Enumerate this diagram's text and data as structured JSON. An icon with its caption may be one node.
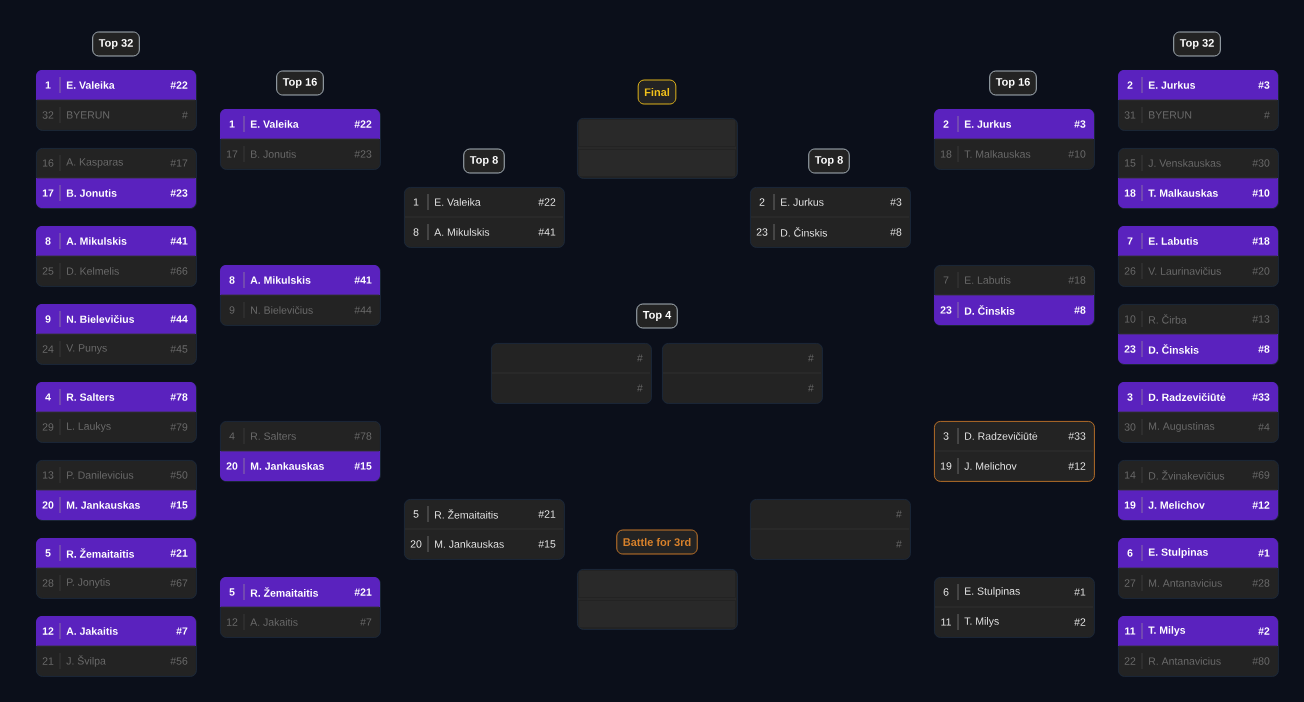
{
  "diagram": {
    "nodes": [
      {
        "text": [
          "Top 32"
        ]
      },
      {
        "text": [],
        "shape": "box"
      },
      {
        "text": [
          "1",
          "E. Valeika",
          "#22"
        ],
        "in": 1
      },
      {
        "text": [
          "32",
          "BYERUN",
          "#"
        ],
        "in": 1
      },
      {
        "text": [],
        "shape": "box"
      },
      {
        "text": [
          "16",
          "A. Kasparas",
          "#17"
        ],
        "in": 4
      },
      {
        "text": [
          "17",
          "B. Jonutis",
          "#23"
        ],
        "in": 4
      },
      {
        "text": [],
        "shape": "box"
      },
      {
        "text": [
          "8",
          "A. Mikulskis",
          "#41"
        ],
        "in": 7
      },
      {
        "text": [
          "25",
          "D. Kelmelis",
          "#66"
        ],
        "in": 7
      },
      {
        "text": [],
        "shape": "box"
      },
      {
        "text": [
          "9",
          "N. Bielevičius",
          "#44"
        ],
        "in": 10
      },
      {
        "text": [
          "24",
          "V. Punys",
          "#45"
        ],
        "in": 10
      },
      {
        "text": [],
        "shape": "box"
      },
      {
        "text": [
          "4",
          "R. Salters",
          "#78"
        ],
        "in": 13
      },
      {
        "text": [
          "29",
          "L. Laukys",
          "#79"
        ],
        "in": 13
      },
      {
        "text": [],
        "shape": "box"
      },
      {
        "text": [
          "13",
          "P. Danilevicius",
          "#50"
        ],
        "in": 16
      },
      {
        "text": [
          "20",
          "M. Jankauskas",
          "#15"
        ],
        "in": 16
      },
      {
        "text": [],
        "shape": "box"
      },
      {
        "text": [
          "5",
          "R. Žemaitaitis",
          "#21"
        ],
        "in": 19
      },
      {
        "text": [
          "28",
          "P. Jonytis",
          "#67"
        ],
        "in": 19
      },
      {
        "text": [],
        "shape": "box"
      },
      {
        "text": [
          "12",
          "A. Jakaitis",
          "#7"
        ],
        "in": 22
      },
      {
        "text": [
          "21",
          "J. Švilpa",
          "#56"
        ],
        "in": 22
      },
      {
        "text": [
          "Top 16"
        ]
      },
      {
        "text": [],
        "shape": "box"
      },
      {
        "text": [
          "1",
          "E. Valeika",
          "#22"
        ],
        "in": 26
      },
      {
        "text": [
          "17",
          "B. Jonutis",
          "#23"
        ],
        "in": 26
      },
      {
        "text": [],
        "shape": "box"
      },
      {
        "text": [
          "8",
          "A. Mikulskis",
          "#41"
        ],
        "in": 29
      },
      {
        "text": [
          "9",
          "N. Bielevičius",
          "#44"
        ],
        "in": 29
      },
      {
        "text": [],
        "shape": "box"
      },
      {
        "text": [
          "4",
          "R. Salters",
          "#78"
        ],
        "in": 32
      },
      {
        "text": [
          "20",
          "M. Jankauskas",
          "#15"
        ],
        "in": 32
      },
      {
        "text": [],
        "shape": "box"
      },
      {
        "text": [
          "5",
          "R. Žemaitaitis",
          "#21"
        ],
        "in": 35
      },
      {
        "text": [
          "12",
          "A. Jakaitis",
          "#7"
        ],
        "in": 35
      },
      {
        "text": [
          "Top 8"
        ]
      },
      {
        "text": [],
        "shape": "box"
      },
      {
        "text": [
          "1",
          "E. Valeika",
          "#22"
        ],
        "in": 39
      },
      {
        "text": [
          "8",
          "A. Mikulskis",
          "#41"
        ],
        "in": 39
      },
      {
        "text": [],
        "shape": "box"
      },
      {
        "text": [
          "5",
          "R. Žemaitaitis",
          "#21"
        ],
        "in": 42
      },
      {
        "text": [
          "20",
          "M. Jankauskas",
          "#15"
        ],
        "in": 42
      },
      {
        "text": [
          "Final"
        ]
      },
      {
        "text": [],
        "shape": "box"
      },
      {
        "text": [],
        "shape": "bar",
        "in": 46
      },
      {
        "text": [],
        "shape": "bar",
        "in": 46
      },
      {
        "text": [
          "Top 4"
        ]
      },
      {
        "text": [],
        "shape": "box"
      },
      {
        "text": [
          "#"
        ],
        "in": 50
      },
      {
        "text": [
          "#"
        ],
        "in": 50
      },
      {
        "text": [],
        "shape": "box"
      },
      {
        "text": [
          "#"
        ],
        "in": 53
      },
      {
        "text": [
          "#"
        ],
        "in": 53
      },
      {
        "text": [
          "Battle for 3rd"
        ]
      },
      {
        "text": [],
        "shape": "box"
      },
      {
        "text": [],
        "shape": "bar",
        "in": 57
      },
      {
        "text": [],
        "shape": "bar",
        "in": 57
      },
      {
        "text": [
          "Top 8"
        ]
      },
      {
        "text": [],
        "shape": "box"
      },
      {
        "text": [
          "2",
          "E. Jurkus",
          "#3"
        ],
        "in": 61
      },
      {
        "text": [
          "23",
          "D. Činskis",
          "#8"
        ],
        "in": 61
      },
      {
        "text": [],
        "shape": "box"
      },
      {
        "text": [
          "#"
        ],
        "in": 64
      },
      {
        "text": [
          "#"
        ],
        "in": 64
      },
      {
        "text": [
          "Top 16"
        ]
      },
      {
        "text": [],
        "shape": "box"
      },
      {
        "text": [
          "2",
          "E. Jurkus",
          "#3"
        ],
        "in": 68
      },
      {
        "text": [
          "18",
          "T. Malkauskas",
          "#10"
        ],
        "in": 68
      },
      {
        "text": [],
        "shape": "box"
      },
      {
        "text": [
          "7",
          "E. Labutis",
          "#18"
        ],
        "in": 71
      },
      {
        "text": [
          "23",
          "D. Činskis",
          "#8"
        ],
        "in": 71
      },
      {
        "text": [],
        "shape": "box"
      },
      {
        "text": [
          "3",
          "D. Radzevičiūtė",
          "#33"
        ],
        "in": 74
      },
      {
        "text": [
          "19",
          "J. Melichov",
          "#12"
        ],
        "in": 74
      },
      {
        "text": [],
        "shape": "box"
      },
      {
        "text": [
          "6",
          "E. Stulpinas",
          "#1"
        ],
        "in": 77
      },
      {
        "text": [
          "11",
          "T. Milys",
          "#2"
        ],
        "in": 77
      },
      {
        "text": [
          "Top 32"
        ]
      },
      {
        "text": [],
        "shape": "box"
      },
      {
        "text": [
          "2",
          "E. Jurkus",
          "#3"
        ],
        "in": 81
      },
      {
        "text": [
          "31",
          "BYERUN",
          "#"
        ],
        "in": 81
      },
      {
        "text": [],
        "shape": "box"
      },
      {
        "text": [
          "15",
          "J. Venskauskas",
          "#30"
        ],
        "in": 84
      },
      {
        "text": [
          "18",
          "T. Malkauskas",
          "#10"
        ],
        "in": 84
      },
      {
        "text": [],
        "shape": "box"
      },
      {
        "text": [
          "7",
          "E. Labutis",
          "#18"
        ],
        "in": 87
      },
      {
        "text": [
          "26",
          "V. Laurinavičius",
          "#20"
        ],
        "in": 87
      },
      {
        "text": [],
        "shape": "box"
      },
      {
        "text": [
          "10",
          "R. Čirba",
          "#13"
        ],
        "in": 90
      },
      {
        "text": [
          "23",
          "D. Činskis",
          "#8"
        ],
        "in": 90
      },
      {
        "text": [],
        "shape": "box"
      },
      {
        "text": [
          "3",
          "D. Radzevičiūtė",
          "#33"
        ],
        "in": 93
      },
      {
        "text": [
          "30",
          "M. Augustinas",
          "#4"
        ],
        "in": 93
      },
      {
        "text": [],
        "shape": "box"
      },
      {
        "text": [
          "14",
          "D. Žvinakevičius",
          "#69"
        ],
        "in": 96
      },
      {
        "text": [
          "19",
          "J. Melichov",
          "#12"
        ],
        "in": 96
      },
      {
        "text": [],
        "shape": "box"
      },
      {
        "text": [
          "6",
          "E. Stulpinas",
          "#1"
        ],
        "in": 99
      },
      {
        "text": [
          "27",
          "M. Antanavicius",
          "#28"
        ],
        "in": 99
      },
      {
        "text": [],
        "shape": "box"
      },
      {
        "text": [
          "11",
          "T. Milys",
          "#2"
        ],
        "in": 102
      },
      {
        "text": [
          "22",
          "R. Antanavicius",
          "#80"
        ],
        "in": 102
      }
    ]
  }
}
